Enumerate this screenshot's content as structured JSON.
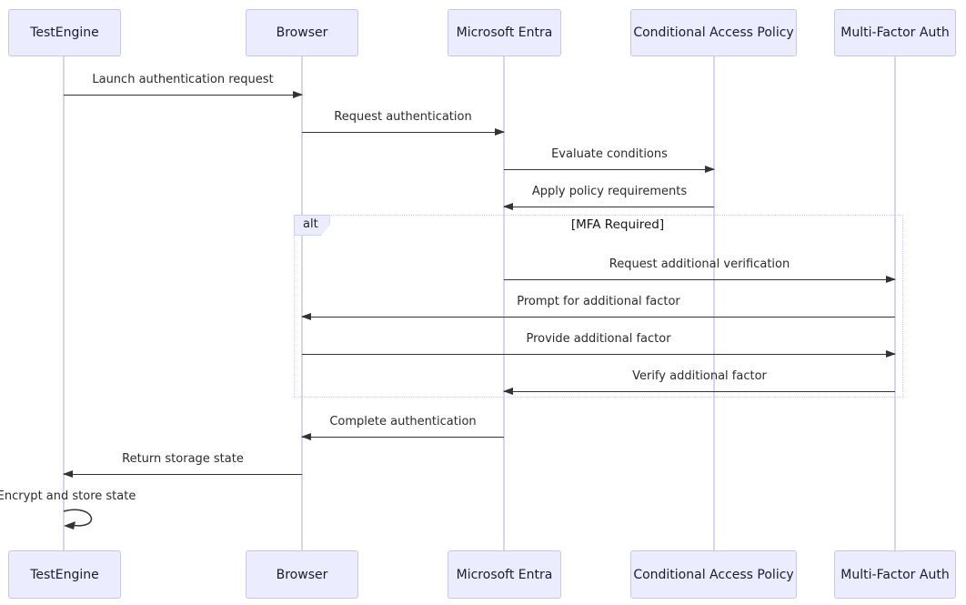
{
  "diagram": {
    "type": "sequence-diagram",
    "participants": [
      {
        "name": "TestEngine"
      },
      {
        "name": "Browser"
      },
      {
        "name": "Microsoft Entra"
      },
      {
        "name": "Conditional Access Policy"
      },
      {
        "name": "Multi-Factor Auth"
      }
    ],
    "messages": [
      {
        "label": "Launch authentication request",
        "from": "TestEngine",
        "to": "Browser"
      },
      {
        "label": "Request authentication",
        "from": "Browser",
        "to": "Microsoft Entra"
      },
      {
        "label": "Evaluate conditions",
        "from": "Microsoft Entra",
        "to": "Conditional Access Policy"
      },
      {
        "label": "Apply policy requirements",
        "from": "Conditional Access Policy",
        "to": "Microsoft Entra"
      },
      {
        "label": "Request additional verification",
        "from": "Microsoft Entra",
        "to": "Multi-Factor Auth"
      },
      {
        "label": "Prompt for additional factor",
        "from": "Multi-Factor Auth",
        "to": "Browser"
      },
      {
        "label": "Provide additional factor",
        "from": "Browser",
        "to": "Multi-Factor Auth"
      },
      {
        "label": "Verify additional factor",
        "from": "Multi-Factor Auth",
        "to": "Microsoft Entra"
      },
      {
        "label": "Complete authentication",
        "from": "Microsoft Entra",
        "to": "Browser"
      },
      {
        "label": "Return storage state",
        "from": "Browser",
        "to": "TestEngine"
      },
      {
        "label": "Encrypt and store state",
        "from": "TestEngine",
        "to": "TestEngine",
        "self": true
      }
    ],
    "alt_block": {
      "operator": "alt",
      "condition": "[MFA Required]",
      "contains": [
        "Request additional verification",
        "Prompt for additional factor",
        "Provide additional factor",
        "Verify additional factor"
      ]
    },
    "colors": {
      "actor_fill": "#ECECFF",
      "actor_border": "#c9c5e8",
      "arrow": "#333333",
      "lifeline": "#d8d3ee",
      "frame_border": "#ccccff"
    }
  }
}
